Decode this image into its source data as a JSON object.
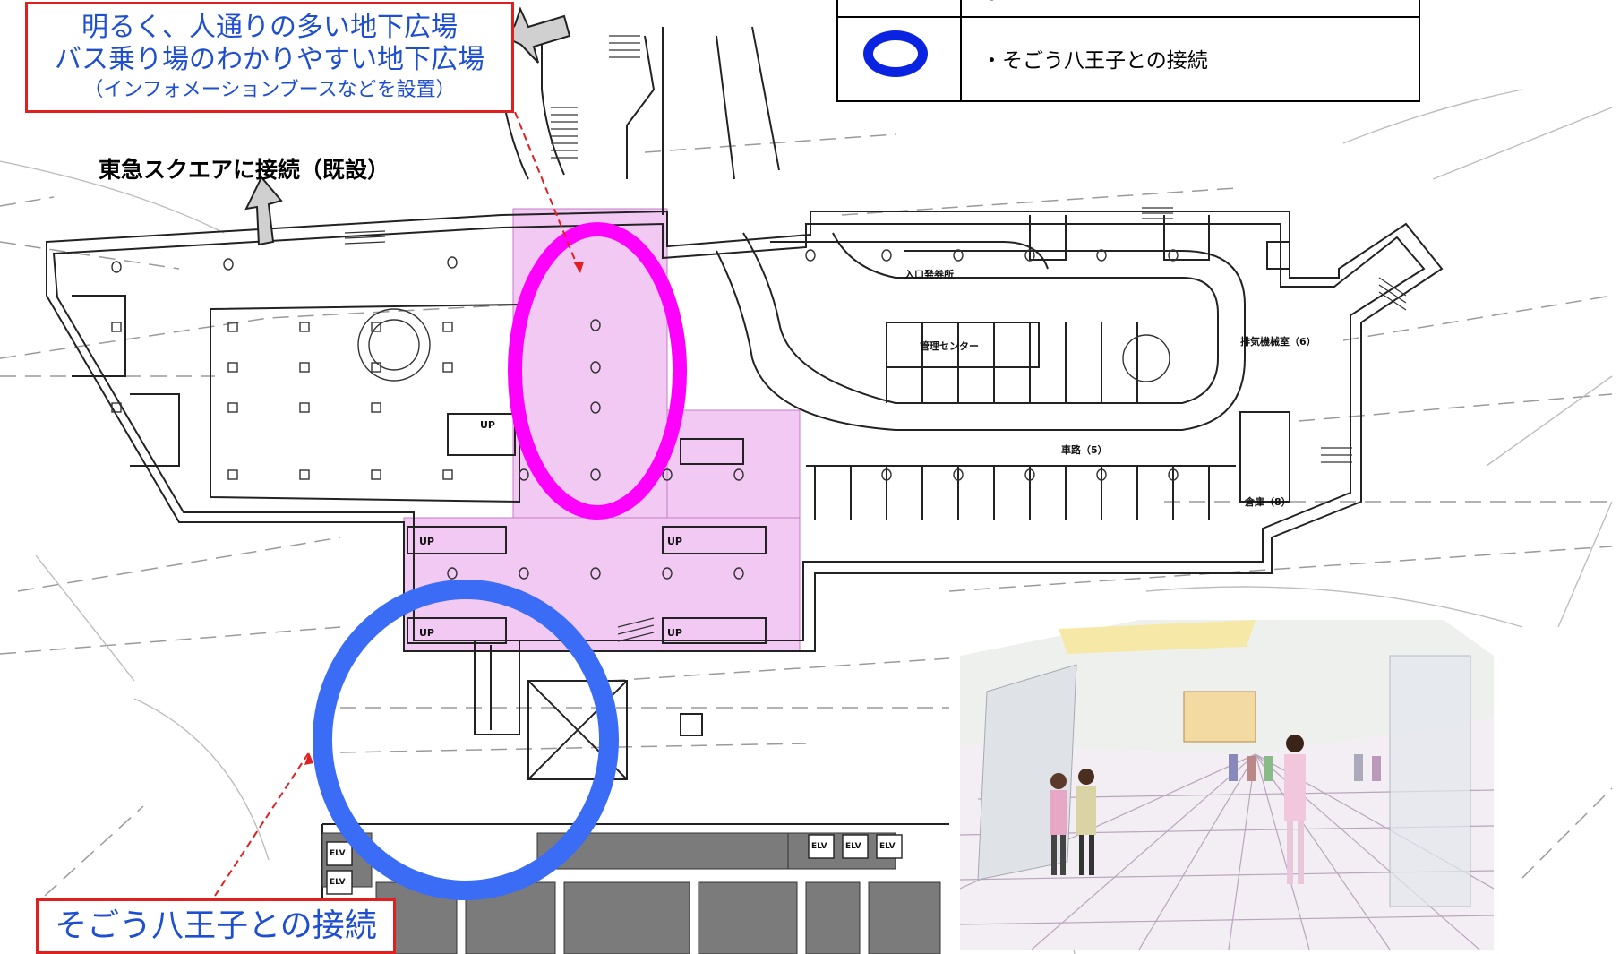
{
  "callout_top": {
    "line1": "明るく、人通りの多い地下広場",
    "line2": "バス乗り場のわかりやすい地下広場",
    "line3": "（インフォメーションブースなどを設置）"
  },
  "callout_bottom": {
    "text": "そごう八王子との接続"
  },
  "tokyu_label": "東急スクエアに接続（既設）",
  "legend": {
    "row1_text": "・　　　　　　　　　　　",
    "row2_text": "・そごう八王子との接続"
  },
  "room_labels": {
    "entrance_ticket": "入口発券所",
    "management_center": "管理センター",
    "exhaust_room": "排気機械室（6）",
    "roadway": "車路（5）",
    "warehouse": "倉庫（8）",
    "up1": "UP",
    "up2": "UP",
    "up3": "UP",
    "up4": "UP",
    "up5": "UP",
    "elv1": "ELV",
    "elv2": "ELV",
    "elv3": "ELV",
    "elv4": "ELV",
    "elv5": "ELV"
  },
  "colors": {
    "magenta_highlight": "#ff00ff",
    "blue_ring": "#3b6cf5",
    "legend_ring": "#0a23e0",
    "callout_border": "#e02020",
    "callout_text": "#1f4fd1",
    "pink_area": "#f2c9f2"
  }
}
